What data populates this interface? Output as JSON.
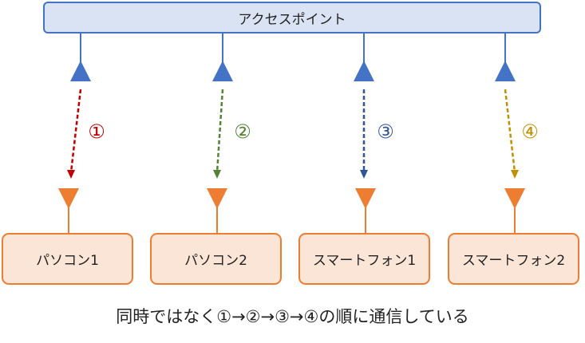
{
  "access_point": {
    "label": "アクセスポイント"
  },
  "devices": [
    {
      "label": "パソコン1"
    },
    {
      "label": "パソコン2"
    },
    {
      "label": "スマートフォン1"
    },
    {
      "label": "スマートフォン2"
    }
  ],
  "links": [
    {
      "number": "①",
      "color": "#c00000"
    },
    {
      "number": "②",
      "color": "#548235"
    },
    {
      "number": "③",
      "color": "#2f5597"
    },
    {
      "number": "④",
      "color": "#bf9000"
    }
  ],
  "colors": {
    "ap_fill": "#dae3f3",
    "ap_border": "#4472c4",
    "device_fill": "#fbe5d6",
    "device_border": "#ed7d31"
  },
  "caption": "同時ではなく①→②→③→④の順に通信している"
}
